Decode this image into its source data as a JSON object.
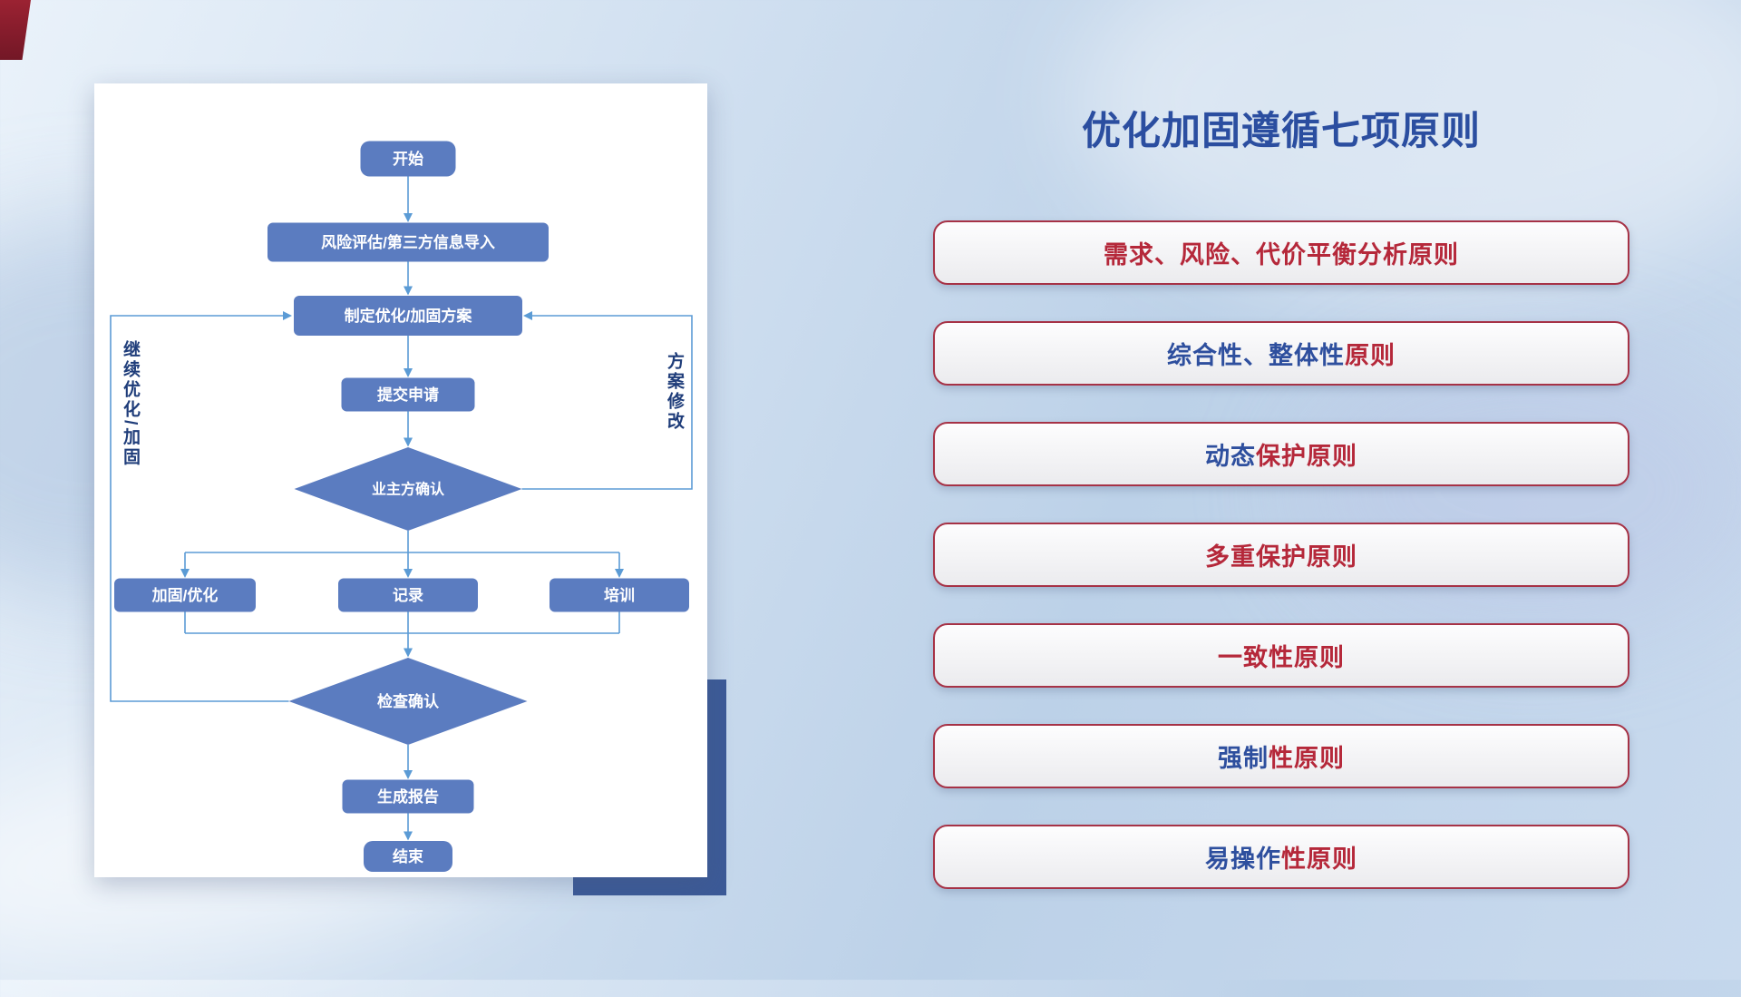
{
  "flowchart": {
    "nodes": {
      "start": "开始",
      "risk_import": "风险评估/第三方信息导入",
      "make_plan": "制定优化/加固方案",
      "submit": "提交申请",
      "owner_confirm": "业主方确认",
      "harden": "加固/优化",
      "record": "记录",
      "training": "培训",
      "check_confirm": "检查确认",
      "report": "生成报告",
      "end": "结束"
    },
    "loop_labels": {
      "left": "继续优化/加固",
      "right": "方案修改"
    },
    "colors": {
      "node_fill": "#5b7cc0",
      "line": "#5b9bd5"
    }
  },
  "principles": {
    "title": "优化加固遵循七项原则",
    "colors": {
      "red": "#b5283a",
      "blue": "#2e4f9e"
    },
    "items": [
      {
        "segments": [
          {
            "text": "需求、风险、代价平衡分析原则",
            "color": "red"
          }
        ]
      },
      {
        "segments": [
          {
            "text": "综合性、整体性",
            "color": "blue"
          },
          {
            "text": "原则",
            "color": "red"
          }
        ]
      },
      {
        "segments": [
          {
            "text": "动态",
            "color": "blue"
          },
          {
            "text": "保护原则",
            "color": "red"
          }
        ]
      },
      {
        "segments": [
          {
            "text": "多重保护原则",
            "color": "red"
          }
        ]
      },
      {
        "segments": [
          {
            "text": "一致性原则",
            "color": "red"
          }
        ]
      },
      {
        "segments": [
          {
            "text": "强制",
            "color": "blue"
          },
          {
            "text": "性原则",
            "color": "red"
          }
        ]
      },
      {
        "segments": [
          {
            "text": "易操作",
            "color": "blue"
          },
          {
            "text": "性原则",
            "color": "red"
          }
        ]
      }
    ]
  }
}
